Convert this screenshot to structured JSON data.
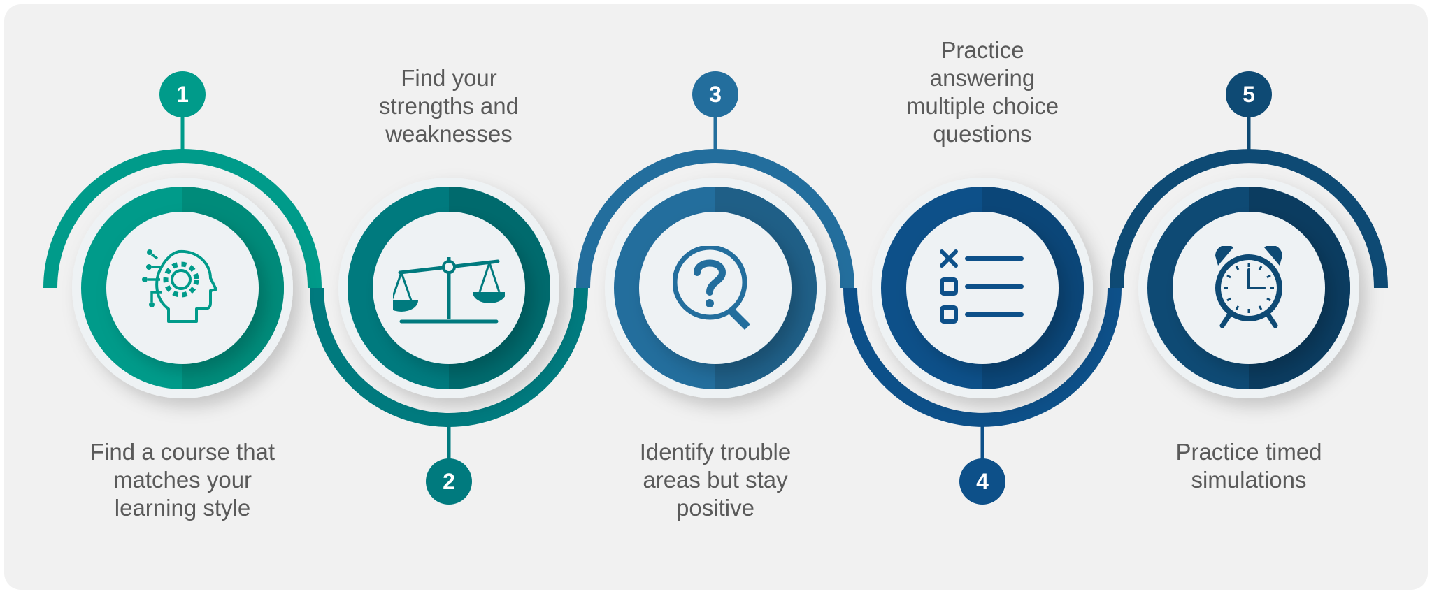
{
  "steps": [
    {
      "number": "1",
      "text": "Find a course that\nmatches your\nlearning style",
      "text_position": "bottom",
      "color": "#009b8a",
      "color_dark": "#008b7a",
      "icon": "brain-gear-icon"
    },
    {
      "number": "2",
      "text": "Find your\nstrengths and\nweaknesses",
      "text_position": "top",
      "color": "#007a7e",
      "color_dark": "#006a6d",
      "icon": "balance-scale-icon"
    },
    {
      "number": "3",
      "text": "Identify trouble\nareas but stay\npositive",
      "text_position": "bottom",
      "color": "#236e9d",
      "color_dark": "#1f5f87",
      "icon": "question-magnifier-icon"
    },
    {
      "number": "4",
      "text": "Practice\nanswering\nmultiple choice\nquestions",
      "text_position": "top",
      "color": "#0d5089",
      "color_dark": "#0b4678",
      "icon": "checklist-icon"
    },
    {
      "number": "5",
      "text": "Practice timed\nsimulations",
      "text_position": "bottom",
      "color": "#0e4a74",
      "color_dark": "#0b3c60",
      "icon": "alarm-clock-icon"
    }
  ]
}
